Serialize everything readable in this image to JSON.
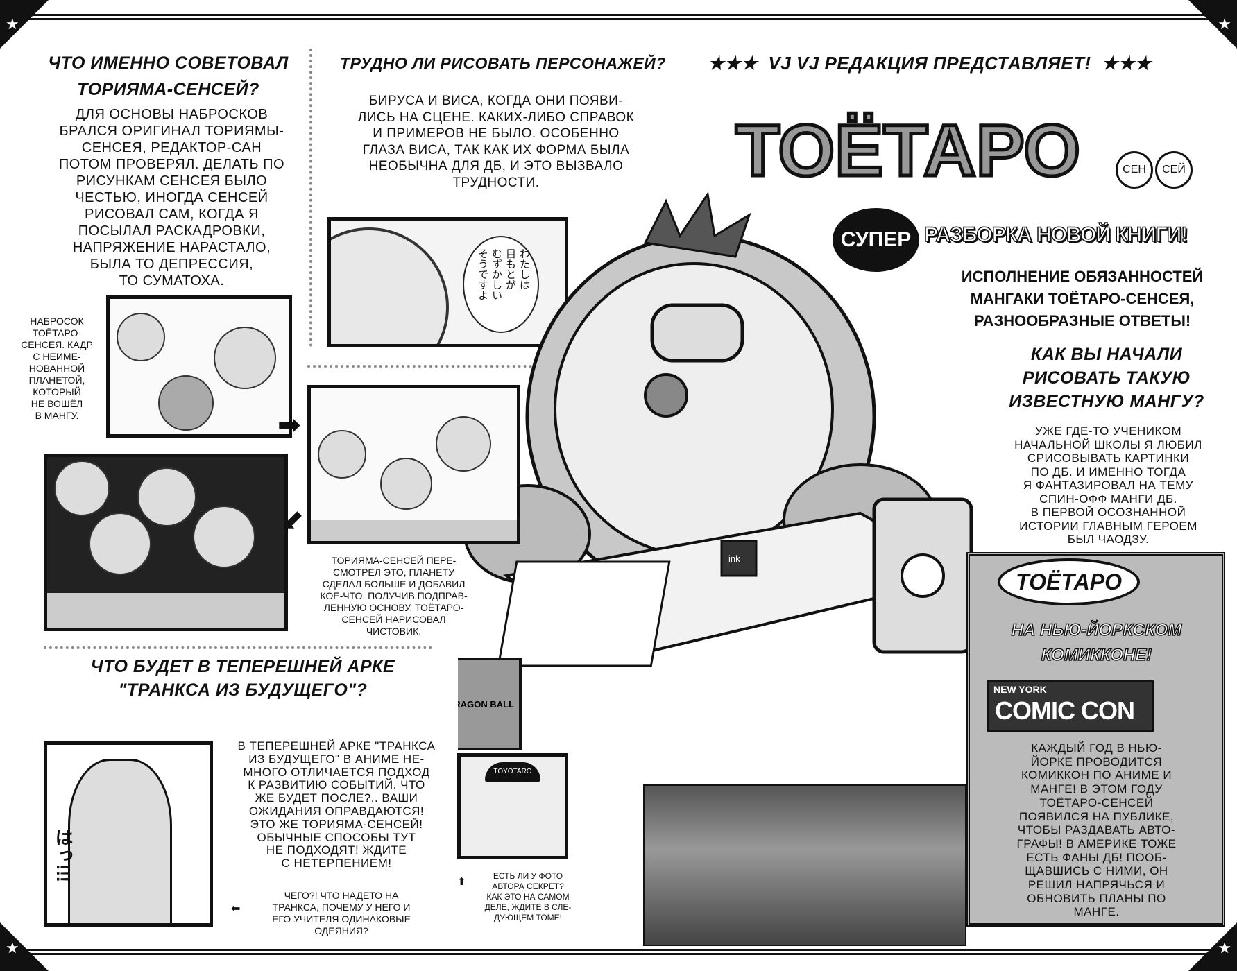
{
  "header": {
    "banner": "VJ РЕДАКЦИЯ ПРЕДСТАВЛЯЕТ!",
    "stars": "★★★"
  },
  "title": {
    "main": "ТОЁТАРО",
    "suffix1": "СЕН",
    "suffix2": "СЕЙ",
    "badge": "СУПЕР",
    "subtitle": "РАЗБОРКА НОВОЙ КНИГИ!",
    "lead": "ИСПОЛНЕНИЕ ОБЯЗАННОСТЕЙ\nМАНГАКИ ТОЁТАРО-СЕНСЕЯ,\nРАЗНООБРАЗНЫЕ ОТВЕТЫ!"
  },
  "q1": {
    "heading": "ЧТО ИМЕННО СОВЕТОВАЛ ТОРИЯМА-СЕНСЕЙ?",
    "body": "ДЛЯ ОСНОВЫ НАБРОСКОВ\nБРАЛСЯ ОРИГИНАЛ ТОРИЯМЫ-\nСЕНСЕЯ, РЕДАКТОР-САН\nПОТОМ ПРОВЕРЯЛ. ДЕЛАТЬ ПО\nРИСУНКАМ СЕНСЕЯ БЫЛО\nЧЕСТЬЮ, ИНОГДА СЕНСЕЙ\nРИСОВАЛ САМ, КОГДА Я\nПОСЫЛАЛ РАСКАДРОВКИ,\nНАПРЯЖЕНИЕ НАРАСТАЛО,\nБЫЛА ТО ДЕПРЕССИЯ,\nТО СУМАТОХА."
  },
  "q2": {
    "heading": "ТРУДНО ЛИ РИСОВАТЬ ПЕРСОНАЖЕЙ?",
    "body": "БИРУСА И ВИСА, КОГДА ОНИ ПОЯВИ-\nЛИСЬ НА СЦЕНЕ. КАКИХ-ЛИБО СПРАВОК\nИ ПРИМЕРОВ НЕ БЫЛО. ОСОБЕННО\nГЛАЗА ВИСА, ТАК КАК ИХ ФОРМА БЫЛА\nНЕОБЫЧНА ДЛЯ ДБ, И ЭТО ВЫЗВАЛО\nТРУДНОСТИ.",
    "bubble": "わたしは\n目もとが\nむずかしい\nそうですよ"
  },
  "q3": {
    "heading": "КАК ВЫ НАЧАЛИ РИСОВАТЬ ТАКУЮ ИЗВЕСТНУЮ МАНГУ?",
    "body": "УЖЕ ГДЕ-ТО УЧЕНИКОМ\nНАЧАЛЬНОЙ ШКОЛЫ Я ЛЮБИЛ\nСРИСОВЫВАТЬ КАРТИНКИ\nПО ДБ. И ИМЕННО ТОГДА\nЯ ФАНТАЗИРОВАЛ НА ТЕМУ\nСПИН-ОФФ МАНГИ ДБ.\nВ ПЕРВОЙ ОСОЗНАННОЙ\nИСТОРИИ ГЛАВНЫМ ГЕРОЕМ\nБЫЛ ЧАОДЗУ."
  },
  "q4": {
    "heading": "ЧТО БУДЕТ В ТЕПЕРЕШНЕЙ АРКЕ \"ТРАНКСА ИЗ БУДУЩЕГО\"?",
    "body": "В ТЕПЕРЕШНЕЙ АРКЕ \"ТРАНКСА\nИЗ БУДУЩЕГО\" В АНИМЕ НЕ-\nМНОГО ОТЛИЧАЕТСЯ ПОДХОД\nК РАЗВИТИЮ СОБЫТИЙ. ЧТО\nЖЕ БУДЕТ ПОСЛЕ?.. ВАШИ\nОЖИДАНИЯ ОПРАВДАЮТСЯ!\nЭТО ЖЕ ТОРИЯМА-СЕНСЕЙ!\nОБЫЧНЫЕ СПОСОБЫ ТУТ\nНЕ ПОДХОДЯТ! ЖДИТЕ\nС НЕТЕРПЕНИЕМ!",
    "caption": "ЧЕГО?! ЧТО НАДЕТО НА\nТРАНКСА, ПОЧЕМУ У НЕГО И\nЕГО УЧИТЕЛЯ ОДИНАКОВЫЕ\nОДЕЯНИЯ?",
    "sfx": "はっ!!!"
  },
  "captions": {
    "sketch": "НАБРОСОК\nТОЁТАРО-\nСЕНСЕЯ. КАДР\nС НЕИМЕ-\nНОВАННОЙ\nПЛАНЕТОЙ,\nКОТОРЫЙ\nНЕ ВОШЁЛ\nВ МАНГУ.",
    "revised": "ТОРИЯМА-СЕНСЕЙ ПЕРЕ-\nСМОТРЕЛ ЭТО, ПЛАНЕТУ\nСДЕЛАЛ БОЛЬШЕ И ДОБАВИЛ\nКОЕ-ЧТО. ПОЛУЧИВ ПОДПРАВ-\nЛЕННУЮ ОСНОВУ, ТОЁТАРО-\nСЕНСЕЙ НАРИСОВАЛ\nЧИСТОВИК.",
    "photo": "ЕСТЬ ЛИ У ФОТО\nАВТОРА СЕКРЕТ?\nКАК ЭТО НА САМОМ\nДЕЛЕ, ЖДИТЕ В СЛЕ-\nДУЮЩЕМ ТОМЕ!",
    "cap_hat": "TOYOTARO"
  },
  "comiccon": {
    "bubble": "ТОЁТАРО",
    "heading": "НА НЬЮ-ЙОРКСКОМ КОМИККОНЕ!",
    "logo_top": "NEW YORK",
    "logo_main": "COMIC CON",
    "body": "КАЖДЫЙ ГОД В НЬЮ-\nЙОРКЕ ПРОВОДИТСЯ\nКОМИККОН ПО АНИМЕ И\nМАНГЕ! В ЭТОМ ГОДУ\nТОЁТАРО-СЕНСЕЙ\nПОЯВИЛСЯ НА ПУБЛИКЕ,\nЧТОБЫ РАЗДАВАТЬ АВТО-\nГРАФЫ! В АМЕРИКЕ ТОЖЕ\nЕСТЬ ФАНЫ ДБ! ПООБ-\nЩАВШИСЬ С НИМИ, ОН\nРЕШИЛ НАПРЯЧЬСЯ И\nОБНОВИТЬ ПЛАНЫ ПО\nМАНГЕ."
  },
  "illustration": {
    "book_label": "DRAGON BALL",
    "ink_label": "ink"
  }
}
